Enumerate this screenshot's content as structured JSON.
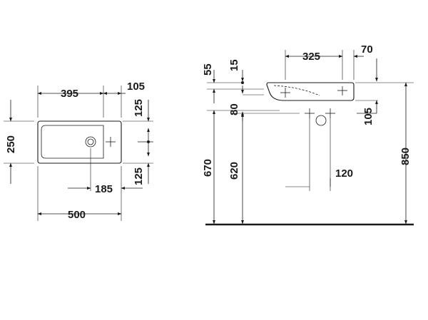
{
  "top_view": {
    "dims": {
      "d395": "395",
      "d105": "105",
      "d125_top": "125",
      "d250": "250",
      "d125_bottom": "125",
      "d185": "185",
      "d500": "500"
    }
  },
  "side_view": {
    "dims": {
      "d55": "55",
      "d15": "15",
      "d325": "325",
      "d70": "70",
      "d80": "80",
      "d105": "105",
      "d670": "670",
      "d620": "620",
      "d120": "120",
      "d850": "850"
    }
  }
}
